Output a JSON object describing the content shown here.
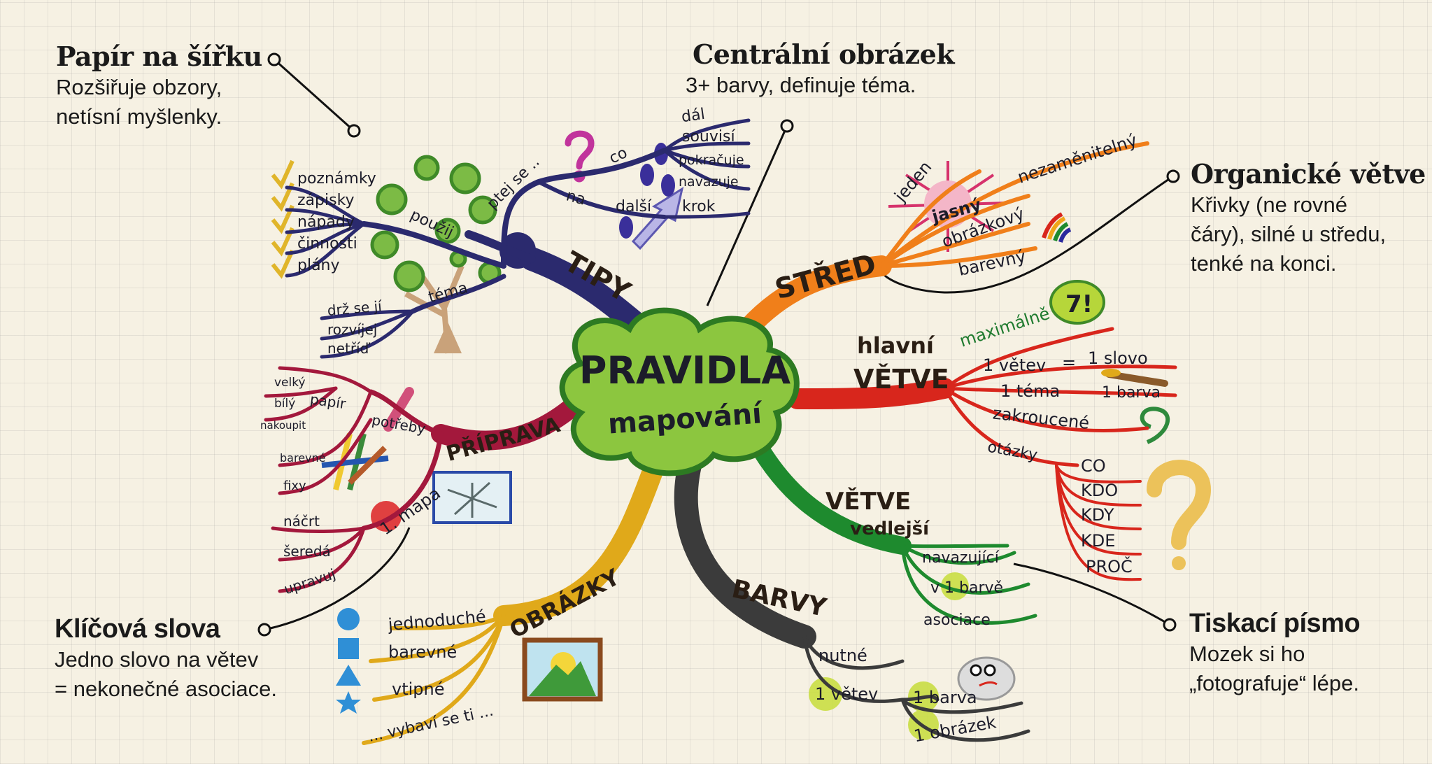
{
  "annotations": [
    {
      "title": "Papír na šířku",
      "lines": [
        "Rozšiřuje obzory,",
        "netísní myšlenky."
      ]
    },
    {
      "title": "Centrální obrázek",
      "lines": [
        "3+ barvy, definuje téma."
      ]
    },
    {
      "title": "Organické větve",
      "lines": [
        "Křivky (ne rovné",
        "čáry), silné u středu,",
        "tenké na konci."
      ]
    },
    {
      "title": "Klíčová slova",
      "lines": [
        "Jedno slovo na větev",
        "= nekonečné asociace."
      ]
    },
    {
      "title": "Tiskací písmo",
      "lines": [
        "Mozek si ho",
        "„fotografuje“ lépe."
      ]
    }
  ],
  "center": {
    "title": "PRAVIDLA",
    "subtitle": "mapování"
  },
  "branches": {
    "tipy": {
      "label": "TIPY",
      "color": "#2b2a6e",
      "words": [
        "použij",
        "poznámky",
        "zápisky",
        "nápady",
        "činnosti",
        "plány",
        "ptej se ..",
        "co",
        "na",
        "další",
        "dál",
        "souvisí",
        "pokračuje",
        "navazuje",
        "krok",
        "téma",
        "drž se jí",
        "rozvíjej",
        "netříď"
      ]
    },
    "stred": {
      "label": "STŘED",
      "color": "#f07f1a",
      "words": [
        "jeden",
        "jasný",
        "obrázkový",
        "barevný",
        "nezaměnitelný"
      ]
    },
    "hlavni": {
      "label_top": "hlavní",
      "label": "VĚTVE",
      "color": "#d8261c",
      "words": [
        "maximálně",
        "7!",
        "1 větev",
        "=",
        "1 slovo",
        "1 téma",
        "1 barva",
        "zakroucené",
        "otázky",
        "CO",
        "KDO",
        "KDY",
        "KDE",
        "PROČ"
      ]
    },
    "vedlejsi": {
      "label": "VĚTVE",
      "label_sub": "vedlejší",
      "color": "#1e8a2e",
      "words": [
        "navazující",
        "v 1 barvě",
        "asociace"
      ]
    },
    "barvy": {
      "label": "BARVY",
      "color": "#3b3b3b",
      "words": [
        "nutné",
        "1 větev",
        "1 barva",
        "1 obrázek"
      ]
    },
    "obrazky": {
      "label": "OBRÁZKY",
      "color": "#e0a91a",
      "words": [
        "jednoduché",
        "barevné",
        "vtipné",
        "... vybaví se ti ..."
      ]
    },
    "priprava": {
      "label": "PŘÍPRAVA",
      "color": "#a3183c",
      "words": [
        "papír",
        "velký",
        "bílý",
        "nakoupit",
        "potřeby",
        "barevné",
        "fixy",
        "1. mapa",
        "náčrt",
        "šeredá",
        "upravuj"
      ]
    }
  }
}
